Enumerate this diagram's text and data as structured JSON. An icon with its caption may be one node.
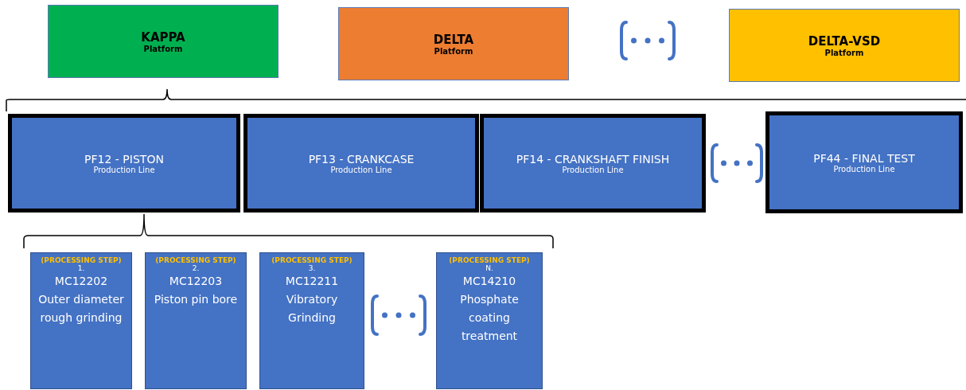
{
  "diagram": {
    "nodes": [
      {
        "text": [
          "KAPPA",
          "Platform"
        ]
      },
      {
        "text": [
          "DELTA",
          "Platform"
        ]
      },
      {
        "text": [
          "DELTA-VSD",
          "Platform"
        ]
      },
      {
        "text": [
          "PF12 - PISTON",
          "Production Line"
        ]
      },
      {
        "text": [
          "PF13 - CRANKCASE",
          "Production Line"
        ]
      },
      {
        "text": [
          "PF14 - CRANKSHAFT FINISH",
          "Production Line"
        ]
      },
      {
        "text": [
          "PF44 - FINAL TEST",
          "Production Line"
        ]
      },
      {
        "text": [
          "(PROCESSING STEP)",
          "1.",
          "MC12202",
          "Outer diameter rough grinding"
        ]
      },
      {
        "text": [
          "(PROCESSING STEP)",
          "2.",
          "MC12203",
          "Piston pin bore"
        ]
      },
      {
        "text": [
          "(PROCESSING STEP)",
          "3.",
          "MC12211",
          "Vibratory Grinding"
        ]
      },
      {
        "text": [
          "(PROCESSING STEP)",
          "N.",
          "MC14210",
          "Phosphate coating treatment"
        ]
      }
    ]
  }
}
